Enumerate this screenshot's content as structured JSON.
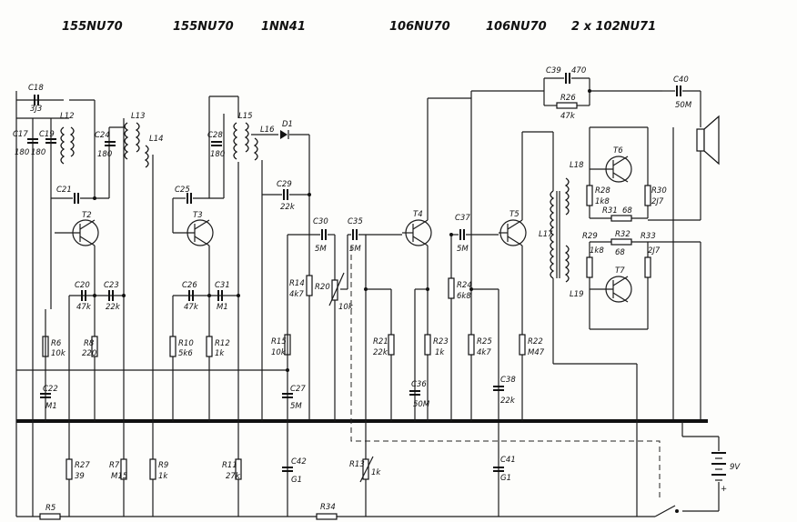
{
  "header": {
    "tubes": [
      "155NU70",
      "155NU70",
      "1NN41",
      "106NU70",
      "106NU70",
      "2 x 102NU71"
    ]
  },
  "components": {
    "capacitors": [
      {
        "ref": "C18",
        "value": "3J3"
      },
      {
        "ref": "C17",
        "value": "180"
      },
      {
        "ref": "C19",
        "value": "180"
      },
      {
        "ref": "C21",
        "value": ""
      },
      {
        "ref": "C24",
        "value": "180"
      },
      {
        "ref": "C28",
        "value": "180"
      },
      {
        "ref": "C25",
        "value": ""
      },
      {
        "ref": "C29",
        "value": "22k"
      },
      {
        "ref": "C30",
        "value": "5M"
      },
      {
        "ref": "C35",
        "value": "5M"
      },
      {
        "ref": "C37",
        "value": "5M"
      },
      {
        "ref": "C39",
        "value": "470"
      },
      {
        "ref": "C40",
        "value": "50M"
      },
      {
        "ref": "C20",
        "value": "47k"
      },
      {
        "ref": "C23",
        "value": "22k"
      },
      {
        "ref": "C26",
        "value": "47k"
      },
      {
        "ref": "C31",
        "value": "M1"
      },
      {
        "ref": "C22",
        "value": "M1"
      },
      {
        "ref": "C27",
        "value": "5M"
      },
      {
        "ref": "C36",
        "value": "50M"
      },
      {
        "ref": "C38",
        "value": "22k"
      },
      {
        "ref": "C42",
        "value": "G1"
      },
      {
        "ref": "C41",
        "value": "G1"
      }
    ],
    "resistors": [
      {
        "ref": "R26",
        "value": "47k"
      },
      {
        "ref": "R28",
        "value": "1k8"
      },
      {
        "ref": "R30",
        "value": "2J7"
      },
      {
        "ref": "R31",
        "value": "68"
      },
      {
        "ref": "R29",
        "value": "1k8"
      },
      {
        "ref": "R32",
        "value": "68"
      },
      {
        "ref": "R33",
        "value": "2J7"
      },
      {
        "ref": "R14",
        "value": "4k7"
      },
      {
        "ref": "R20",
        "value": "10k"
      },
      {
        "ref": "R24",
        "value": "6k8"
      },
      {
        "ref": "R6",
        "value": "10k"
      },
      {
        "ref": "R8",
        "value": "220"
      },
      {
        "ref": "R10",
        "value": "5k6"
      },
      {
        "ref": "R12",
        "value": "1k"
      },
      {
        "ref": "R15",
        "value": "10k"
      },
      {
        "ref": "R21",
        "value": "22k"
      },
      {
        "ref": "R23",
        "value": "1k"
      },
      {
        "ref": "R25",
        "value": "4k7"
      },
      {
        "ref": "R27",
        "value": "39"
      },
      {
        "ref": "R7",
        "value": "M15"
      },
      {
        "ref": "R9",
        "value": "1k"
      },
      {
        "ref": "R11",
        "value": "27k"
      },
      {
        "ref": "R13",
        "value": "1k"
      },
      {
        "ref": "R22",
        "value": "M47"
      },
      {
        "ref": "R5",
        "value": ""
      },
      {
        "ref": "R34",
        "value": ""
      }
    ],
    "transistors": [
      "T2",
      "T3",
      "T4",
      "T5",
      "T6",
      "T7"
    ],
    "coils": [
      "L12",
      "L13",
      "L14",
      "L15",
      "L16",
      "L17",
      "L18",
      "L19"
    ],
    "diode": "D1",
    "battery": "9V",
    "polarity_plus": "+"
  }
}
